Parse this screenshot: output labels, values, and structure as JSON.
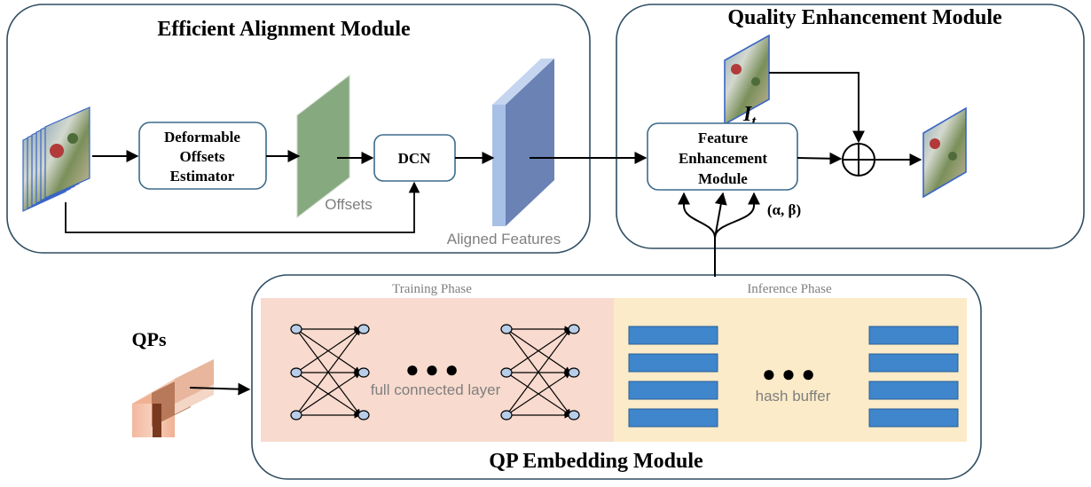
{
  "modules": {
    "alignment_title": "Efficient Alignment Module",
    "quality_title": "Quality Enhancement Module",
    "qp_title": "QP Embedding Module"
  },
  "boxes": {
    "deformable_line1": "Deformable",
    "deformable_line2": "Offsets",
    "deformable_line3": "Estimator",
    "dcn": "DCN",
    "feature_line1": "Feature",
    "feature_line2": "Enhancement",
    "feature_line3": "Module"
  },
  "labels": {
    "offsets": "Offsets",
    "aligned_features": "Aligned Features",
    "frame_symbol": "I",
    "frame_subscript": "t",
    "params": "(α, β)",
    "qps": "QPs",
    "training_phase": "Training Phase",
    "inference_phase": "Inference Phase",
    "fc_layer": "full connected layer",
    "hash_buffer": "hash buffer",
    "ellipsis": "● ● ●"
  },
  "colors": {
    "module_border": "#2e4d62",
    "box_border": "#3c6b8a",
    "offsets_fill": "#86a97f",
    "features_front": "#6b82b5",
    "features_side": "#a9c0e6",
    "training_bg": "#f8dace",
    "inference_bg": "#fcebc8",
    "hash_block": "#3f86cc",
    "node_fill": "#b7cde8"
  }
}
